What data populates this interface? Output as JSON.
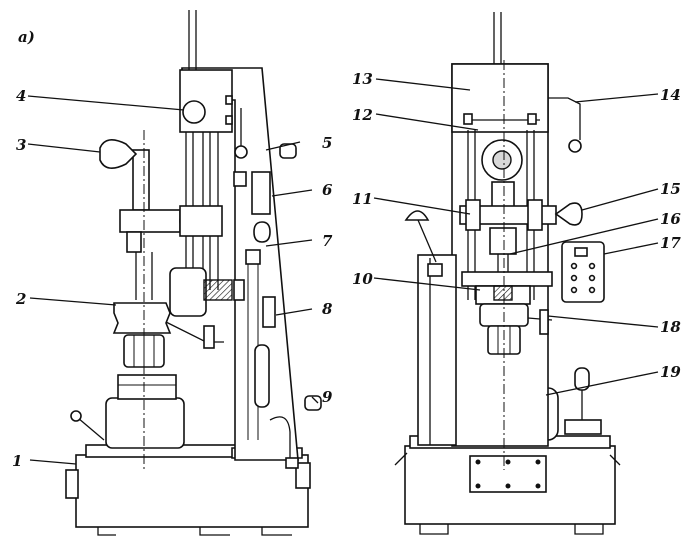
{
  "figure": {
    "panel_label": "a)"
  },
  "callouts": [
    {
      "id": "c1",
      "text": "1"
    },
    {
      "id": "c2",
      "text": "2"
    },
    {
      "id": "c3",
      "text": "3"
    },
    {
      "id": "c4",
      "text": "4"
    },
    {
      "id": "c5",
      "text": "5"
    },
    {
      "id": "c6",
      "text": "6"
    },
    {
      "id": "c7",
      "text": "7"
    },
    {
      "id": "c8",
      "text": "8"
    },
    {
      "id": "c9",
      "text": "9"
    },
    {
      "id": "c10",
      "text": "10"
    },
    {
      "id": "c11",
      "text": "11"
    },
    {
      "id": "c12",
      "text": "12"
    },
    {
      "id": "c13",
      "text": "13"
    },
    {
      "id": "c14",
      "text": "14"
    },
    {
      "id": "c15",
      "text": "15"
    },
    {
      "id": "c16",
      "text": "16"
    },
    {
      "id": "c17",
      "text": "17"
    },
    {
      "id": "c18",
      "text": "18"
    },
    {
      "id": "c19",
      "text": "19"
    }
  ]
}
